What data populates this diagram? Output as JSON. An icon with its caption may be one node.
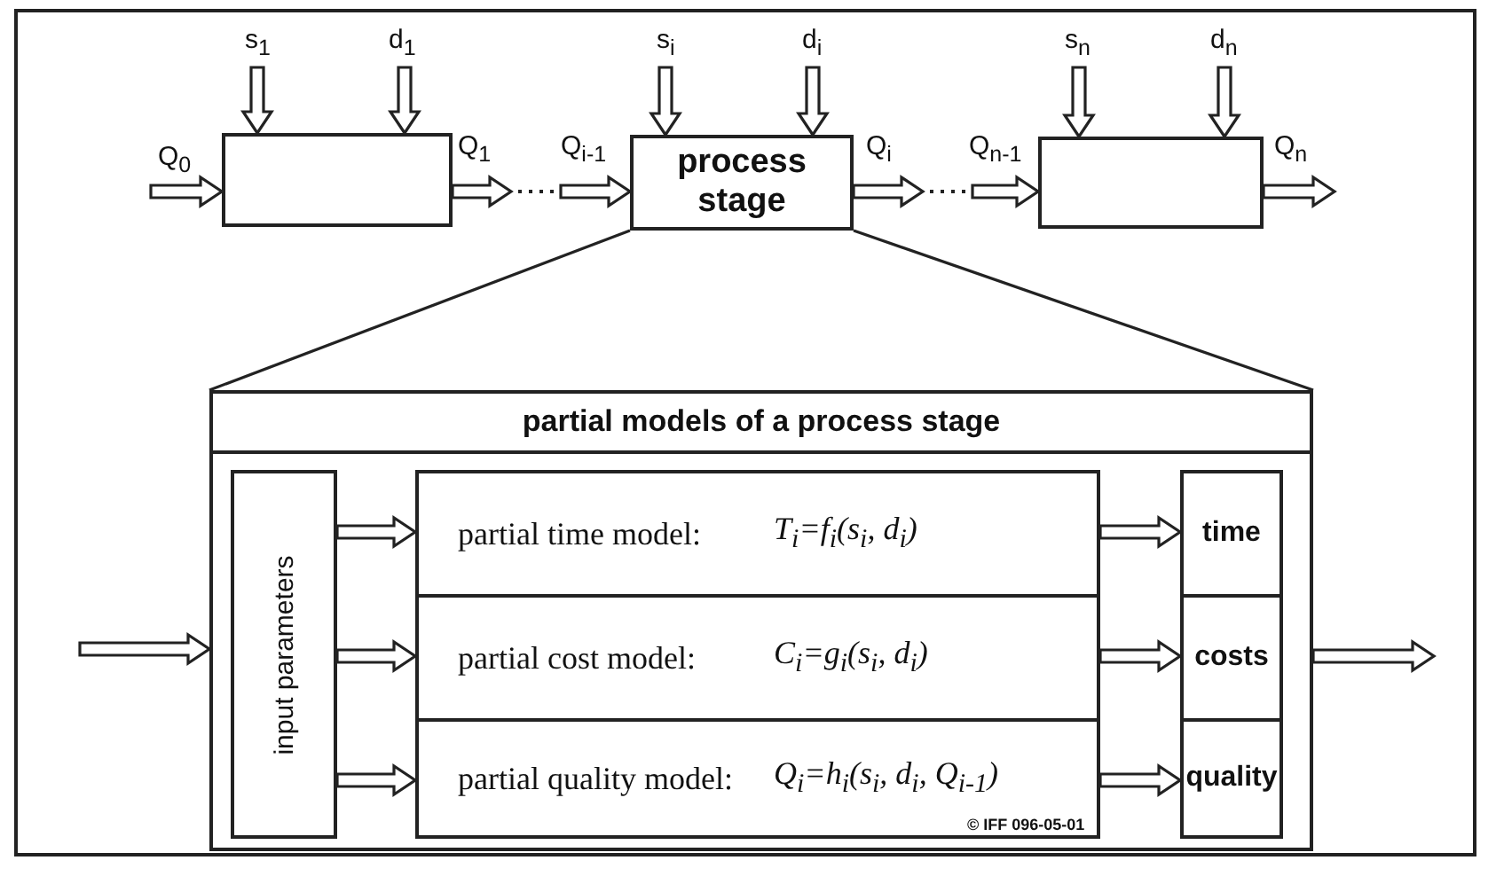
{
  "diagram": {
    "nodes": [
      {
        "text": [],
        "shape": "box"
      },
      {
        "text": [
          "process stage"
        ]
      },
      {
        "text": [],
        "shape": "box"
      },
      {
        "text": [
          "partial models of a process stage"
        ]
      },
      {
        "text": [
          "input parameters"
        ],
        "in": 3
      },
      {
        "text": [
          "partial time model:",
          "T$_{i}$=f$_{i}$(s$_{i}$, d$_{i}$)"
        ],
        "in": 3
      },
      {
        "text": [
          "partial cost model:",
          "C$_{i}$=g$_{i}$(s$_{i}$, d$_{i}$)"
        ],
        "in": 3
      },
      {
        "text": [
          "partial quality model:",
          "Q$_{i}$=h$_{i}$(s$_{i}$, d$_{i}$, Q$_{i-1}$)"
        ],
        "in": 3
      },
      {
        "text": [
          "time"
        ],
        "in": 3
      },
      {
        "text": [
          "costs"
        ],
        "in": 3
      },
      {
        "text": [
          "quality"
        ],
        "in": 3
      }
    ],
    "edges": [
      {
        "from": null,
        "to": 0,
        "arrow": "to",
        "label": "s$_{1}$"
      },
      {
        "from": null,
        "to": 0,
        "arrow": "to",
        "label": "d$_{1}$"
      },
      {
        "from": null,
        "to": 1,
        "arrow": "to",
        "label": "s$_{i}$"
      },
      {
        "from": null,
        "to": 1,
        "arrow": "to",
        "label": "d$_{i}$"
      },
      {
        "from": null,
        "to": 2,
        "arrow": "to",
        "label": "s$_{n}$"
      },
      {
        "from": null,
        "to": 2,
        "arrow": "to",
        "label": "d$_{n}$"
      },
      {
        "from": null,
        "to": 0,
        "arrow": "to",
        "label": "Q$_{0}$"
      },
      {
        "from": 0,
        "to": null,
        "arrow": "to",
        "label": "Q$_{1}$"
      },
      {
        "from": null,
        "to": 1,
        "arrow": "to",
        "label": "Q$_{i-1}$"
      },
      {
        "from": 1,
        "to": null,
        "arrow": "to",
        "label": "Q$_{i}$"
      },
      {
        "from": null,
        "to": 2,
        "arrow": "to",
        "label": "Q$_{n-1}$"
      },
      {
        "from": 2,
        "to": null,
        "arrow": "to",
        "label": "Q$_{n}$"
      },
      {
        "from": 1,
        "to": 3,
        "arrow": "none"
      },
      {
        "from": 1,
        "to": 3,
        "arrow": "none"
      },
      {
        "from": null,
        "to": 3,
        "arrow": "to"
      },
      {
        "from": 4,
        "to": 5,
        "arrow": "to"
      },
      {
        "from": 4,
        "to": 6,
        "arrow": "to"
      },
      {
        "from": 4,
        "to": 7,
        "arrow": "to"
      },
      {
        "from": 5,
        "to": 8,
        "arrow": "to"
      },
      {
        "from": 6,
        "to": 9,
        "arrow": "to"
      },
      {
        "from": 7,
        "to": 10,
        "arrow": "to"
      },
      {
        "from": 3,
        "to": null,
        "arrow": "to"
      }
    ],
    "labels": [
      "© IFF 096-05-01"
    ]
  }
}
